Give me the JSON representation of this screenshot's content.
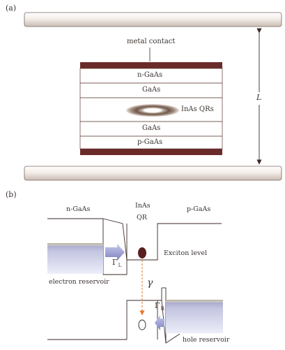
{
  "panel_a": {
    "label": "(a)",
    "metal_contact": "metal contact",
    "layers": {
      "n_gaas": "n-GaAs",
      "gaas_top": "GaAs",
      "qr_label": "InAs QRs",
      "gaas_bottom": "GaAs",
      "p_gaas": "p-GaAs"
    },
    "cavity_length": "L"
  },
  "panel_b": {
    "label": "(b)",
    "n_gaas": "n-GaAs",
    "inas_line1": "InAs",
    "inas_line2": "QR",
    "p_gaas": "p-GaAs",
    "exciton_level": "Exciton level",
    "electron_reservoir": "electron reservoir",
    "hole_reservoir": "hole reservoir",
    "gamma_left": {
      "symbol": "Γ",
      "sub": "L"
    },
    "gamma_right": {
      "symbol": "Γ",
      "sub": "R"
    },
    "gamma_decay": "γ"
  },
  "colors": {
    "outline": "#3a2a26",
    "contact": "#6b2a2a",
    "mirror_light": "#f3ede8",
    "reservoir_top": "#a9a9c4",
    "reservoir_bottom": "#e7e8f8",
    "arrow_fill": "#a3a7d4",
    "decay_arrow": "#e4762a",
    "qr_ring": "#8a6f62"
  }
}
